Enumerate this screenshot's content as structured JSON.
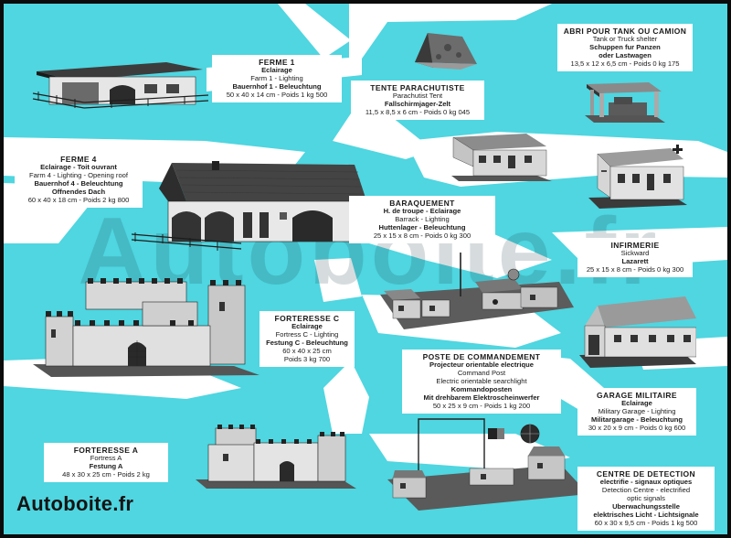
{
  "watermark": "Autoboite.fr",
  "brand": "Autoboite.fr",
  "labels": {
    "ferme1": {
      "title": "FERME 1",
      "sub": "Eclairage",
      "en": "Farm 1 - Lighting",
      "de": "Bauernhof 1 - Beleuchtung",
      "dims": "50 x 40 x 14 cm - Poids 1 kg 500"
    },
    "ferme4": {
      "title": "FERME 4",
      "sub": "Eclairage - Toit ouvrant",
      "en": "Farm 4 - Lighting - Opening roof",
      "de1": "Bauernhof 4 - Beleuchtung",
      "de2": "Offnendes Dach",
      "dims": "60 x 40 x 18 cm - Poids 2 kg 800"
    },
    "forteresse_c": {
      "title": "FORTERESSE C",
      "sub": "Eclairage",
      "en": "Fortress C - Lighting",
      "de": "Festung C - Beleuchtung",
      "dims1": "60 x 40 x 25 cm",
      "dims2": "Poids 3 kg 700"
    },
    "forteresse_a": {
      "title": "FORTERESSE A",
      "en": "Fortress A",
      "de": "Festung A",
      "dims": "48 x 30 x 25 cm - Poids 2 kg"
    },
    "tente": {
      "title": "TENTE PARACHUTISTE",
      "en": "Parachutist Tent",
      "de": "Fallschirmjager-Zelt",
      "dims": "11,5 x 8,5 x 6 cm - Poids 0 kg 045"
    },
    "abri": {
      "title": "ABRI POUR TANK OU CAMION",
      "en": "Tank or Truck shelter",
      "de1": "Schuppen fur Panzen",
      "de2": "oder Lastwagen",
      "dims": "13,5 x 12 x 6,5 cm - Poids 0 kg 175"
    },
    "baraquement": {
      "title": "BARAQUEMENT",
      "sub": "H. de troupe - Eclairage",
      "en": "Barrack - Lighting",
      "de": "Huttenlager - Beleuchtung",
      "dims": "25 x 15 x 8 cm - Poids 0 kg 300"
    },
    "infirmerie": {
      "title": "INFIRMERIE",
      "en": "Sickward",
      "de": "Lazarett",
      "dims": "25 x 15 x 8 cm - Poids 0 kg 300"
    },
    "poste": {
      "title": "POSTE DE COMMANDEMENT",
      "sub": "Projecteur orientable electrique",
      "en1": "Command Post",
      "en2": "Electric orientable searchlight",
      "de1": "Kommandoposten",
      "de2": "Mit drehbarem Elektroscheinwerfer",
      "dims": "50 x 25 x 9 cm - Poids 1 kg 200"
    },
    "garage": {
      "title": "GARAGE MILITAIRE",
      "sub": "Eclairage",
      "en": "Military Garage - Lighting",
      "de": "Militargarage - Beleuchtung",
      "dims": "30 x 20 x 9 cm - Poids 0 kg 600"
    },
    "centre": {
      "title": "CENTRE DE DETECTION",
      "sub": "electrifie - signaux optiques",
      "en1": "Detection Centre - electrified",
      "en2": "optic signals",
      "de1": "Uberwachungsstelle",
      "de2": "elektrisches Licht - Lichtsignale",
      "dims": "60 x 30 x 9,5 cm - Poids 1 kg 500"
    }
  },
  "colors": {
    "background": "#4fd6e0",
    "paths": "#ffffff",
    "label_bg": "#ffffff",
    "text": "#1b1b1b"
  }
}
